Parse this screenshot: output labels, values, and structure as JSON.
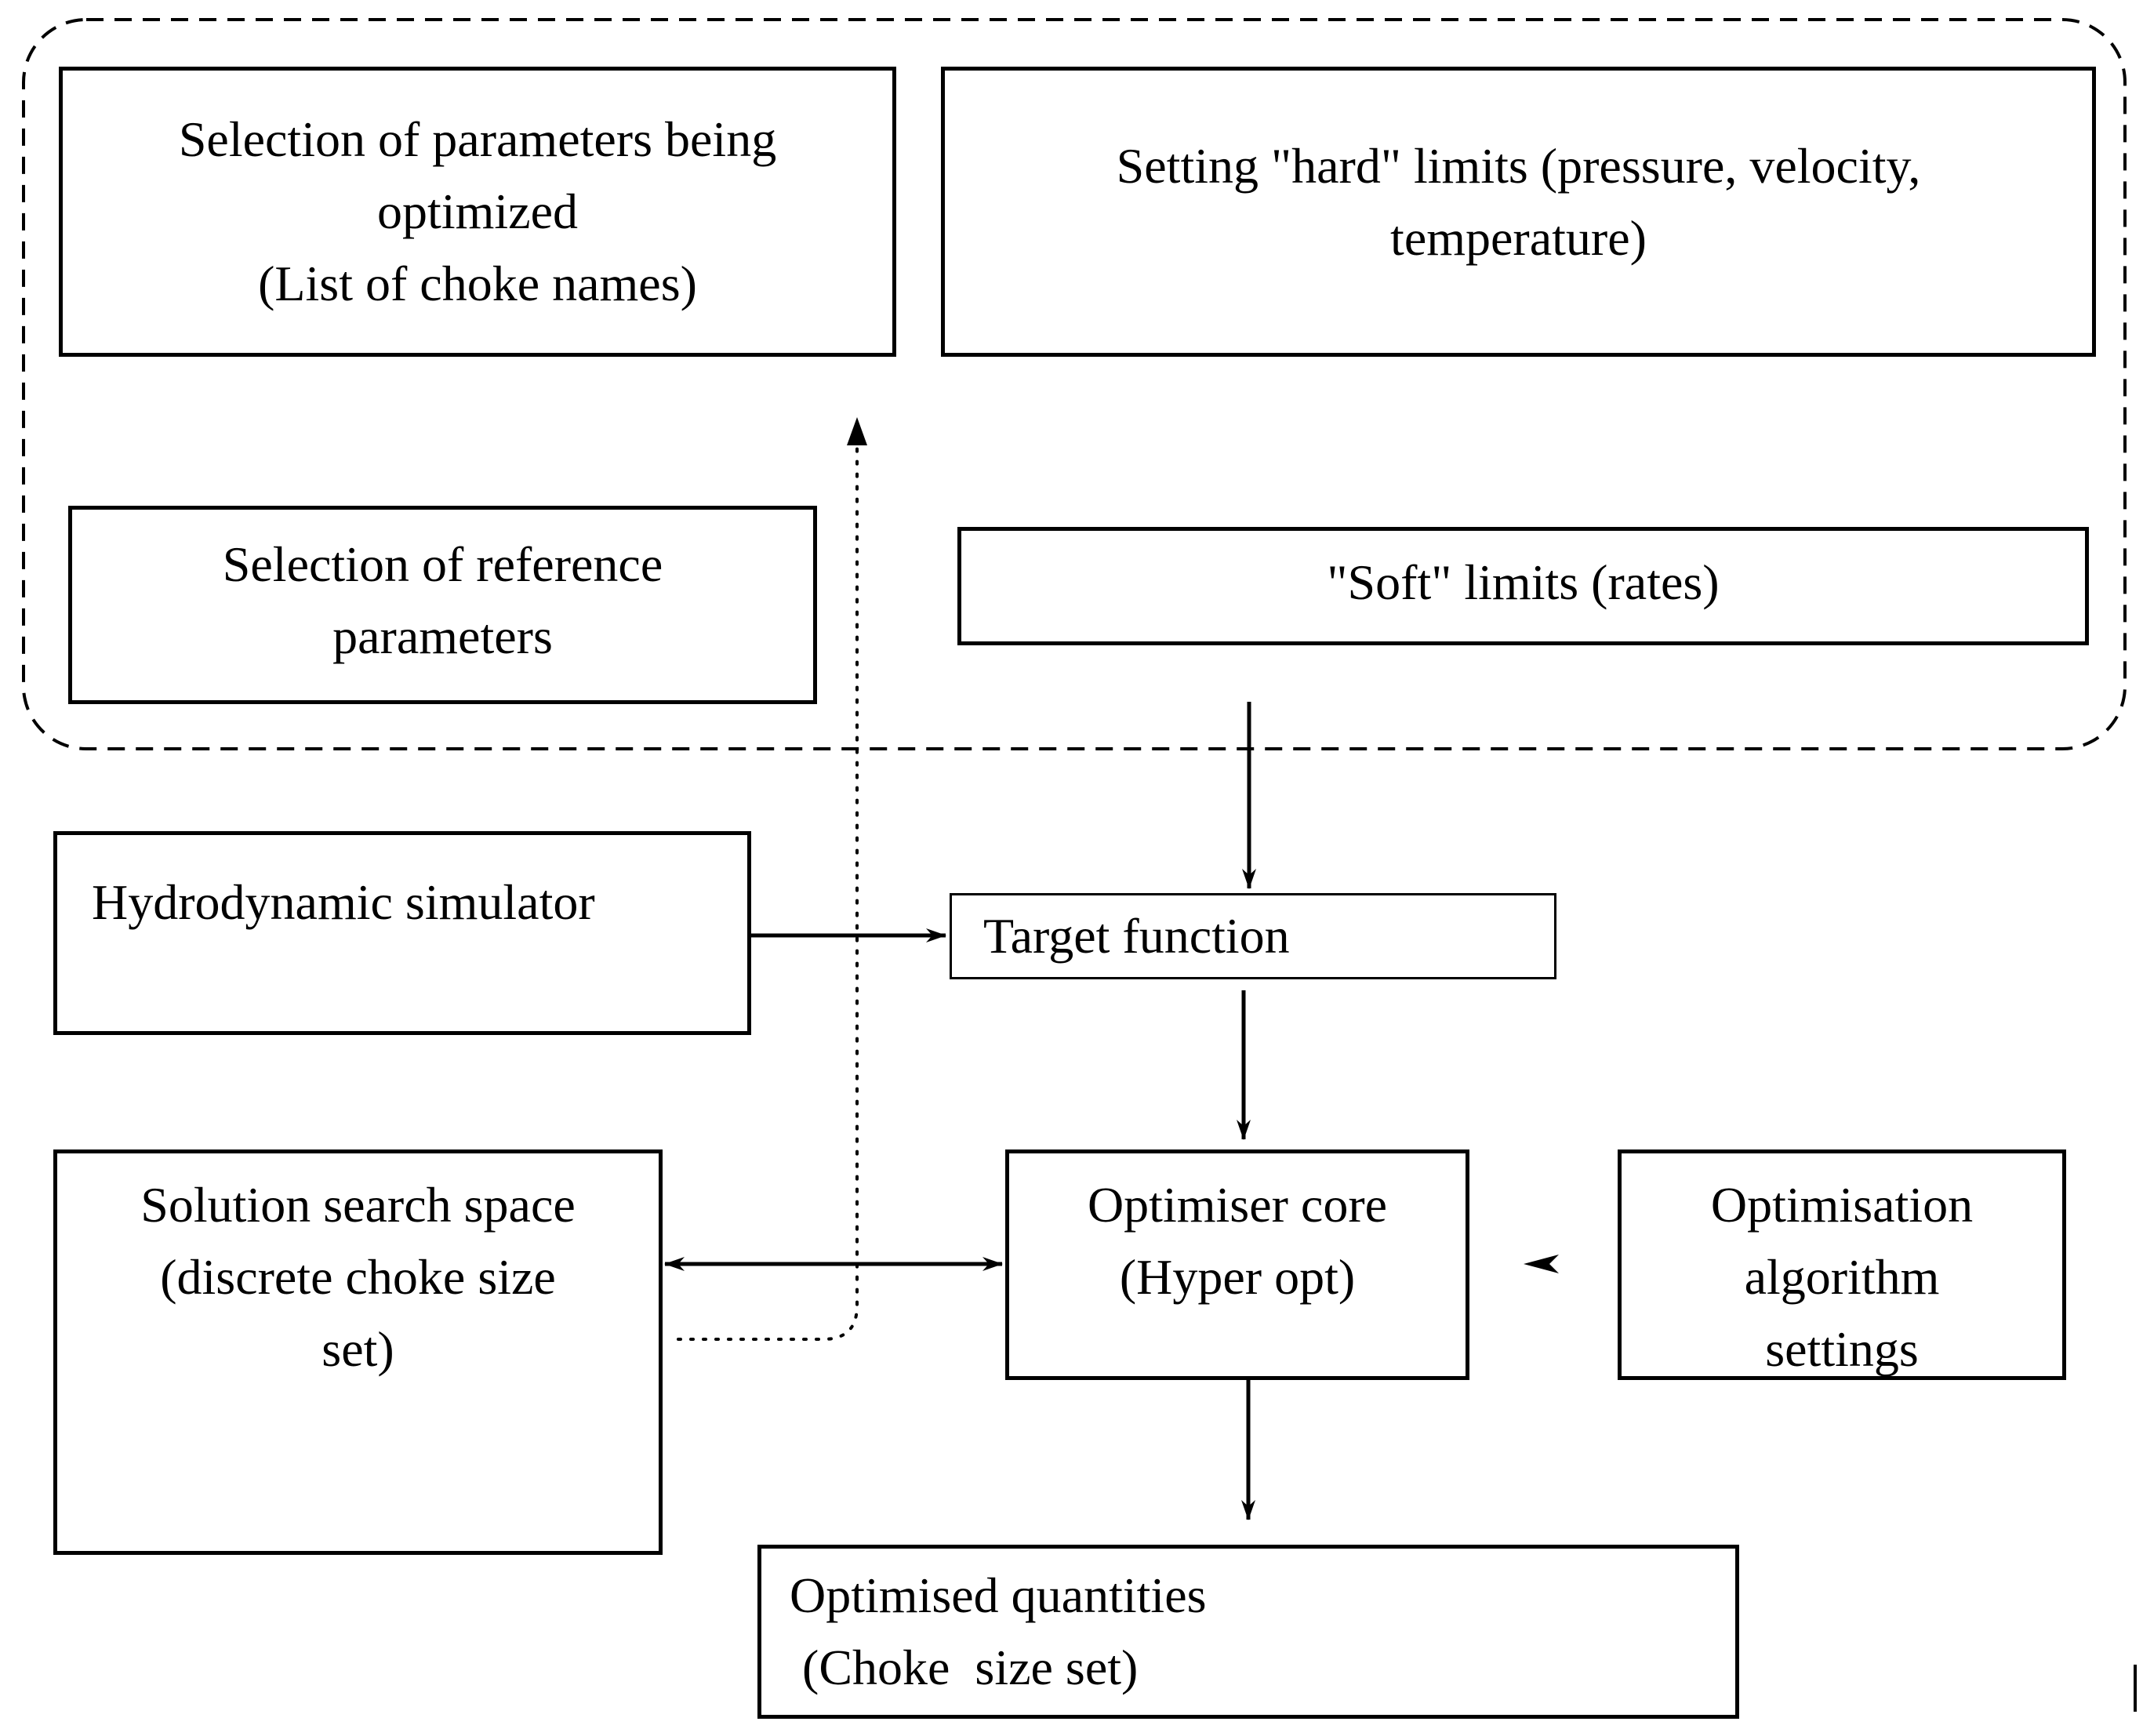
{
  "boxes": {
    "parameters_selection": {
      "line1": "Selection of parameters being",
      "line2": "optimized",
      "line3": "(List of choke names)"
    },
    "hard_limits": {
      "line1": "Setting \"hard\" limits (pressure,  velocity,",
      "line2": "temperature)"
    },
    "reference_selection": {
      "line1": "Selection of reference",
      "line2": "parameters"
    },
    "soft_limits": {
      "line1": "\"Soft\"  limits (rates)"
    },
    "simulator": {
      "line1": "Hydrodynamic  simulator"
    },
    "target_function": {
      "line1": "Target  function"
    },
    "search_space": {
      "line1": "Solution search space",
      "line2": "(discrete choke size",
      "line3": "set)"
    },
    "optimiser_core": {
      "line1": "Optimiser core",
      "line2": "(Hyper opt)"
    },
    "algorithm_settings": {
      "line1": "Optimisation",
      "line2": "algorithm",
      "line3": "settings"
    },
    "optimised_quantities": {
      "line1": "Optimised  quantities",
      "line2": " (Choke  size set)"
    }
  }
}
